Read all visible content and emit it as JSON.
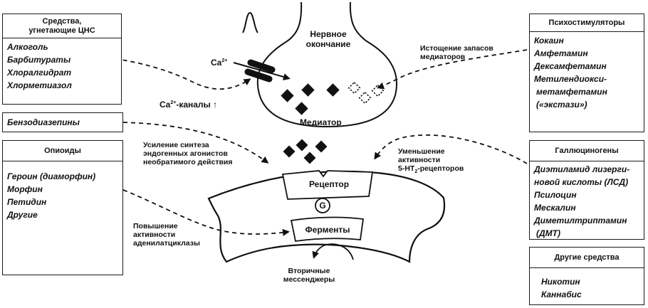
{
  "boxes": {
    "cns_depressants": {
      "title": "Средства, угнетающие ЦНС",
      "title_line1": "Средства,",
      "title_line2": "угнетающие ЦНС",
      "items": [
        "Алкоголь",
        "Барбитураты",
        "Хлоралгидрат",
        "Хлорметиазол"
      ]
    },
    "benzodiazepines": {
      "items": [
        "Бензодиазепины"
      ]
    },
    "opioids": {
      "title": "Опиоиды",
      "items": [
        "Героин (диаморфин)",
        "Морфин",
        "Петидин",
        "Другие"
      ]
    },
    "psychostimulants": {
      "title": "Психостимуляторы",
      "items": [
        "Кокаин",
        "Амфетамин",
        "Дексамфетамин",
        "Метилендиокси-",
        "метамфетамин",
        "(«экстази»)"
      ]
    },
    "hallucinogens": {
      "title": "Галлюциногены",
      "items": [
        "Диэтиламид лизерги-",
        "новой кислоты (ЛСД)",
        "Псилоцин",
        "Мескалин",
        "Диметилтриптамин",
        "(ДМТ)"
      ]
    },
    "other_agents": {
      "title": "Другие средства",
      "items": [
        "Никотин",
        "Каннабис"
      ]
    }
  },
  "labels": {
    "nerve_ending_line1": "Нервное",
    "nerve_ending_line2": "окончание",
    "mediator": "Медиатор",
    "ca_ion": "Ca",
    "ca_charge": "2+",
    "ca_channels_prefix": "Ca",
    "ca_channels_charge": "2+",
    "ca_channels_suffix": "-каналы ↑",
    "depletion_line1": "Истощение запасов",
    "depletion_line2": "медиаторов",
    "synthesis_line1": "Усиление синтеза",
    "synthesis_line2": "эндогенных агонистов",
    "synthesis_line3": "необратимого действия",
    "reduction_line1": "Уменьшение",
    "reduction_line2": "активности",
    "reduction_line3_prefix": "5-HT",
    "reduction_line3_sub": "2",
    "reduction_line3_suffix": "-рецепторов",
    "adenylate_line1": "Повышение",
    "adenylate_line2": "активности",
    "adenylate_line3": "аденилатциклазы",
    "receptor": "Рецептор",
    "g_protein": "G",
    "enzymes": "Ферменты",
    "second_messengers_line1": "Вторичные",
    "second_messengers_line2": "мессенджеры"
  },
  "icons": {
    "action_potential": "action-potential-spike-icon",
    "mediator_molecule": "filled-diamond",
    "depleted_mediator": "dashed-diamond"
  }
}
